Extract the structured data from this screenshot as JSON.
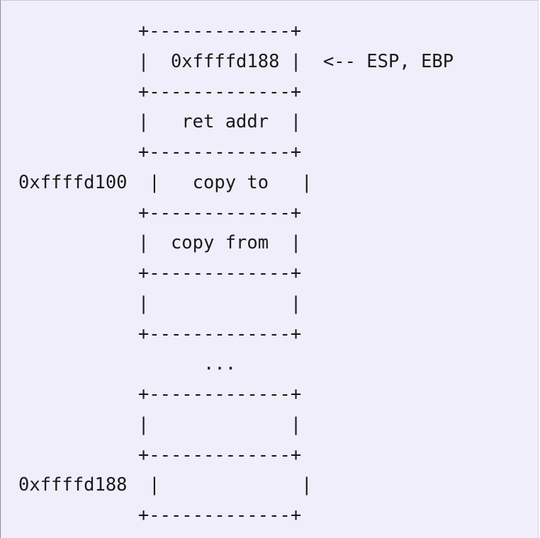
{
  "diagram": {
    "lines": [
      {
        "addr": "           ",
        "text": "+-------------+",
        "note": ""
      },
      {
        "addr": "           ",
        "text": "|  0xffffd188 |",
        "note": "  <-- ESP, EBP"
      },
      {
        "addr": "           ",
        "text": "+-------------+",
        "note": ""
      },
      {
        "addr": "           ",
        "text": "|   ret addr  |",
        "note": ""
      },
      {
        "addr": "           ",
        "text": "+-------------+",
        "note": ""
      },
      {
        "addr": "0xffffd100  ",
        "text": "|   copy to   |",
        "note": ""
      },
      {
        "addr": "           ",
        "text": "+-------------+",
        "note": ""
      },
      {
        "addr": "           ",
        "text": "|  copy from  |",
        "note": ""
      },
      {
        "addr": "           ",
        "text": "+-------------+",
        "note": ""
      },
      {
        "addr": "           ",
        "text": "|             |",
        "note": ""
      },
      {
        "addr": "           ",
        "text": "+-------------+",
        "note": ""
      },
      {
        "addr": "           ",
        "text": "      ...      ",
        "note": ""
      },
      {
        "addr": "           ",
        "text": "+-------------+",
        "note": ""
      },
      {
        "addr": "           ",
        "text": "|             |",
        "note": ""
      },
      {
        "addr": "           ",
        "text": "+-------------+",
        "note": ""
      },
      {
        "addr": "0xffffd188  ",
        "text": "|             |",
        "note": ""
      },
      {
        "addr": "           ",
        "text": "+-------------+",
        "note": ""
      }
    ]
  }
}
